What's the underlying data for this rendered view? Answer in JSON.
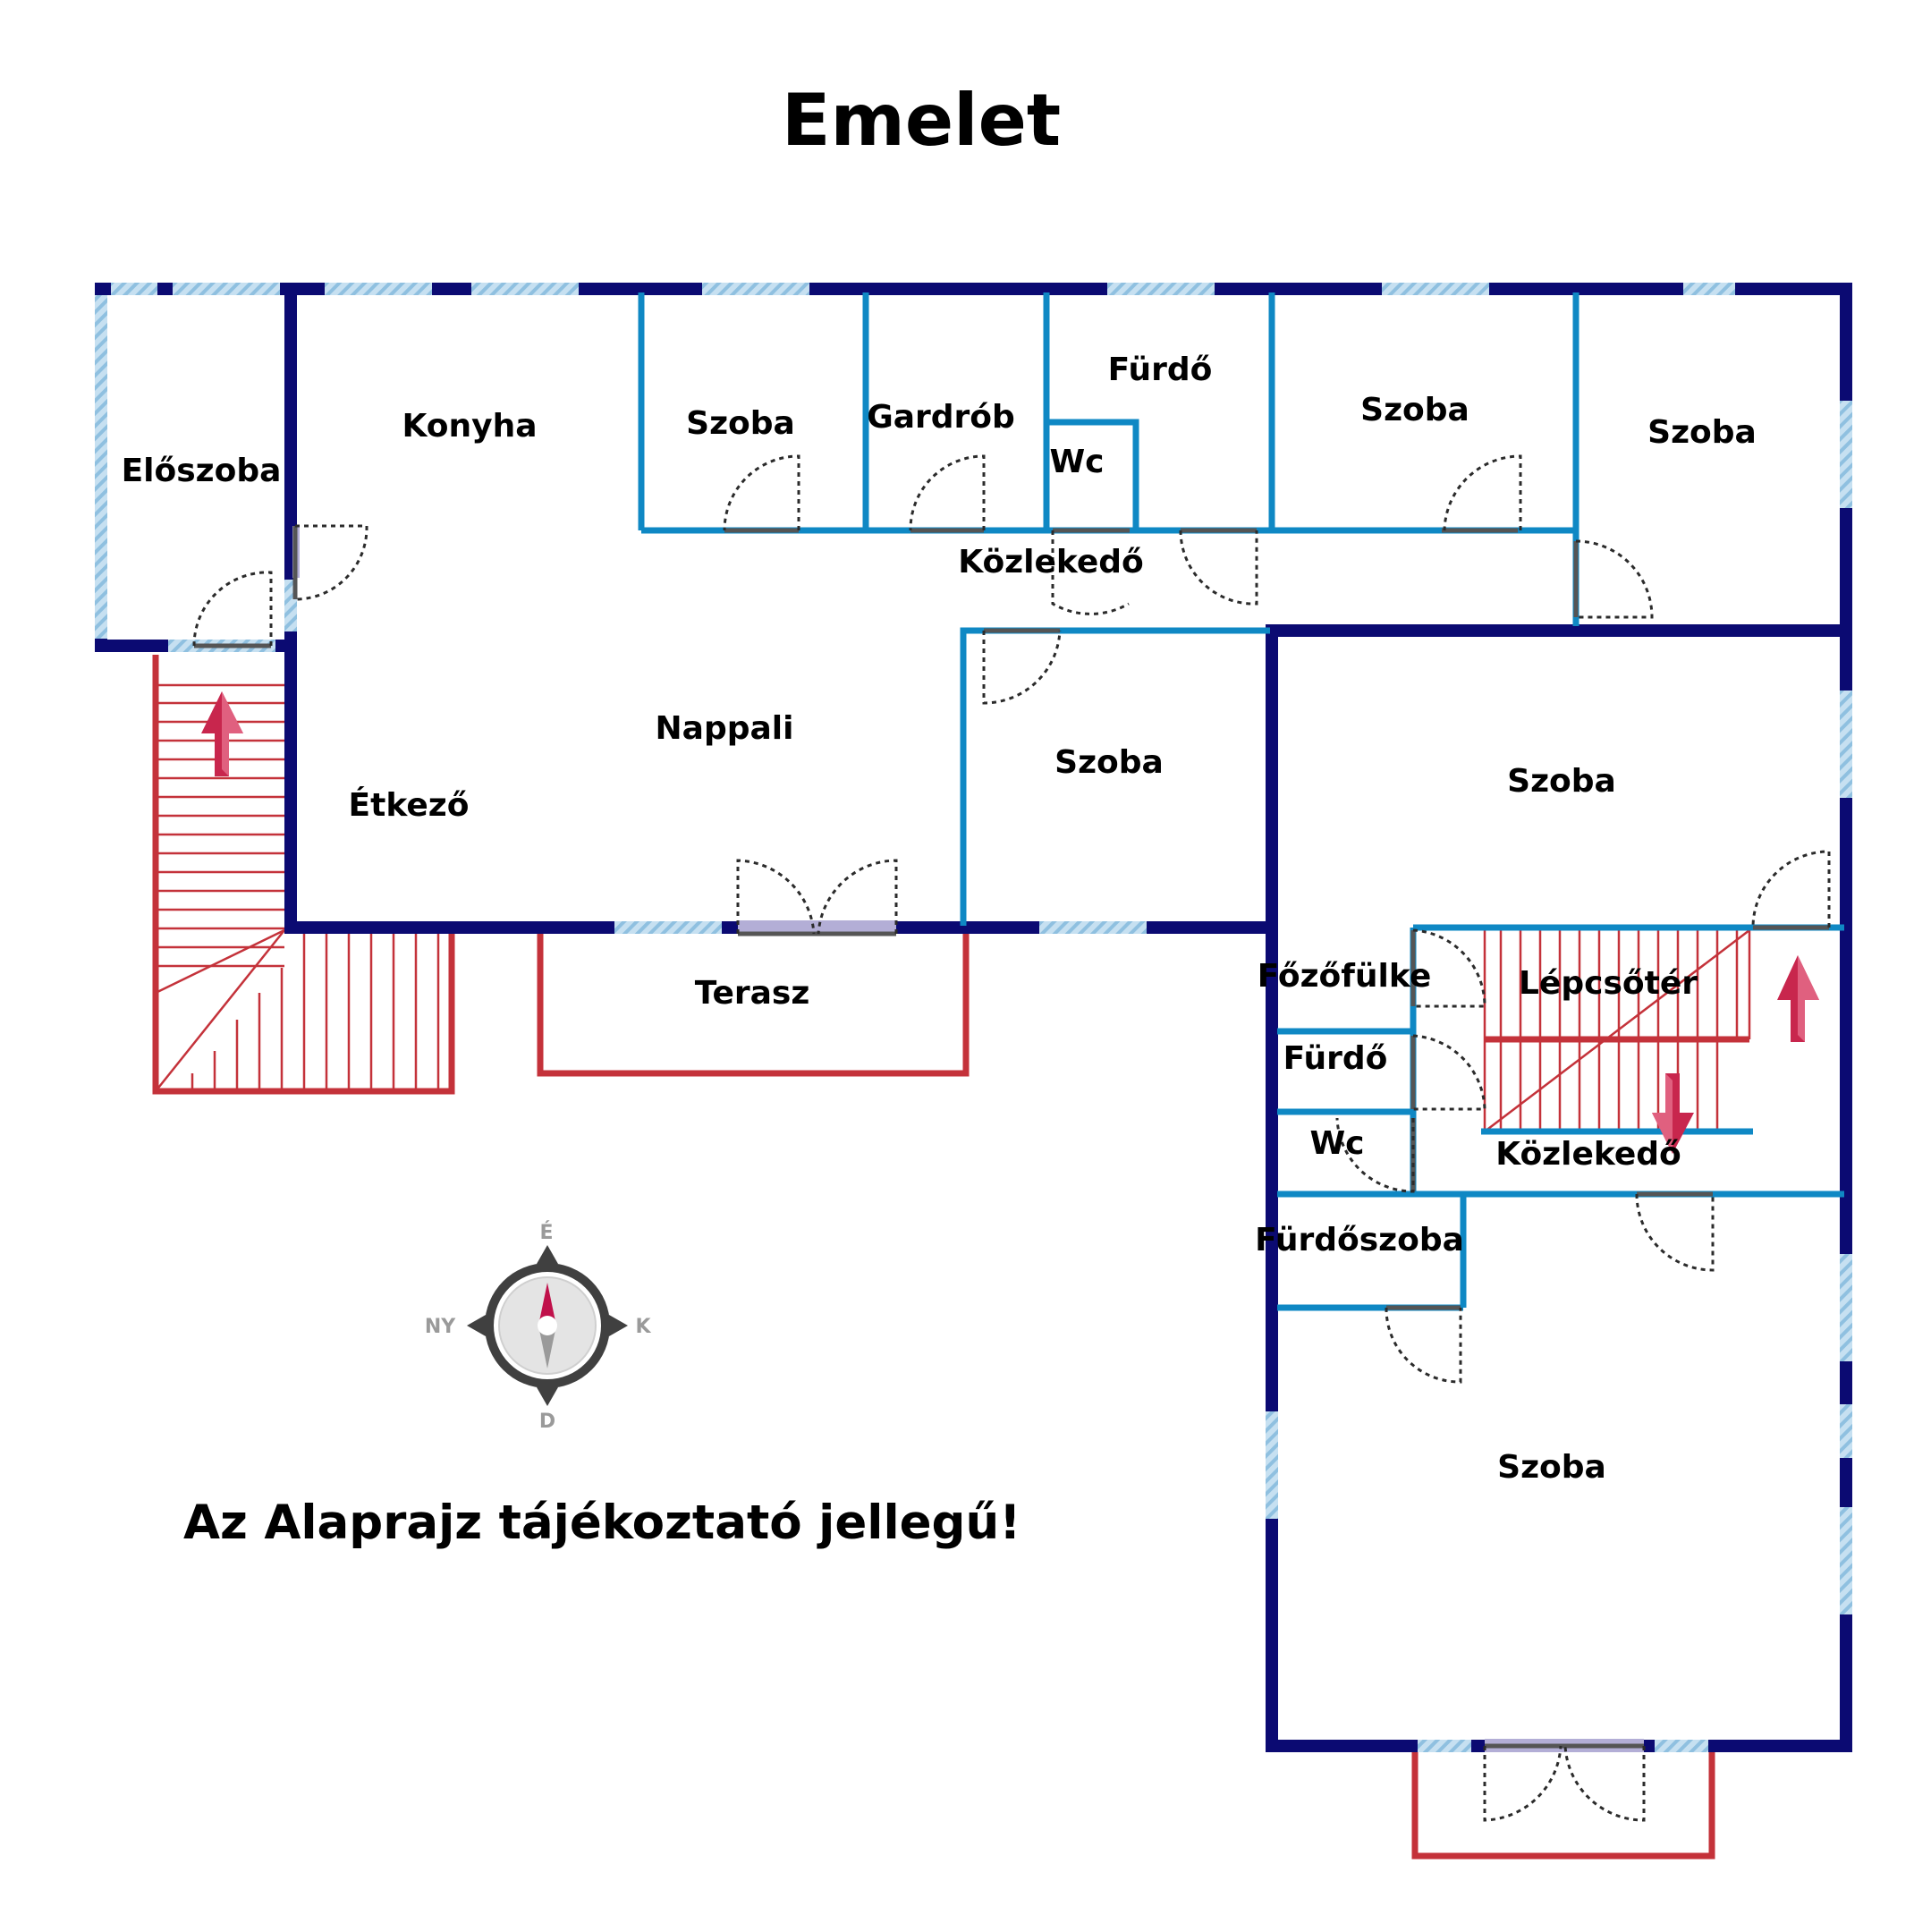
{
  "title": "Emelet",
  "note": "Az Alaprajz tájékoztató jellegű!",
  "compass": {
    "n": "É",
    "s": "D",
    "e": "K",
    "w": "NY"
  },
  "rooms": {
    "eloszoba": "Előszoba",
    "konyha": "Konyha",
    "szoba_1": "Szoba",
    "gardrob": "Gardrób",
    "furdo_1": "Fürdő",
    "wc_1": "Wc",
    "szoba_2": "Szoba",
    "szoba_3": "Szoba",
    "kozlekedo_1": "Közlekedő",
    "nappali": "Nappali",
    "etkezo": "Étkező",
    "szoba_4": "Szoba",
    "szoba_5": "Szoba",
    "terasz": "Terasz",
    "fozofulke": "Főzőfülke",
    "lepcsoter": "Lépcsőtér",
    "furdo_2": "Fürdő",
    "wc_2": "Wc",
    "kozlekedo_2": "Közlekedő",
    "furdoszoba": "Fürdőszoba",
    "szoba_6": "Szoba"
  },
  "colors": {
    "outer_wall": "#0b0a72",
    "inner_wall": "#0f88c4",
    "window": "#9fcbe6",
    "stair": "#c4323a",
    "arrow": "#c8264d",
    "door_leaf": "#555555",
    "door_glass": "#b3aed6",
    "compass": "#404040",
    "compass_needle_n": "#c0104a"
  }
}
